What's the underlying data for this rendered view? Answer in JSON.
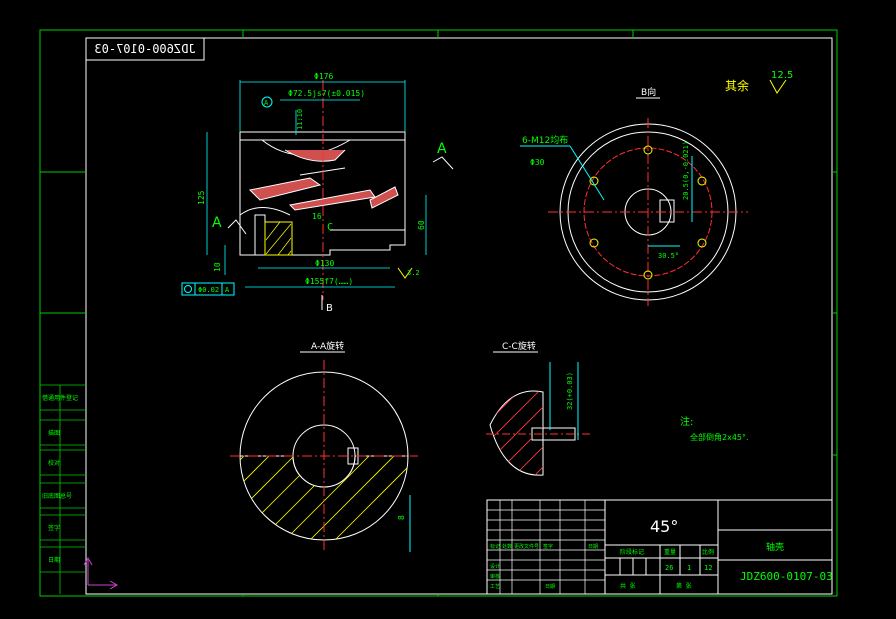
{
  "drawing": {
    "code_mirrored": "JDZ600-0107-03",
    "roughness_note": "其余",
    "roughness_value": "12.5",
    "section_mark": "A",
    "colors": {
      "frame": "#00cc00",
      "line": "#ffffff",
      "dim": "#00ffff",
      "center": "#ff3030",
      "hatch": "#ffff00",
      "text": "#00ff00"
    }
  },
  "front_view": {
    "dim_outer": "Φ176",
    "dim_tol": "Φ72.5js7(±0.015)",
    "ref_a": "A",
    "dim_125": "125",
    "dim_10": "10",
    "dim_130": "Φ130",
    "dim_155": "Φ155f7(……)",
    "dim_60": "60",
    "dim_c": "C",
    "dim_16": "16",
    "dim_1110": "11:10",
    "rough_32": "3.2",
    "tol_value": "Φ0.02",
    "tol_ref": "A",
    "view_arrow": "B"
  },
  "b_view": {
    "title": "B向",
    "holes": "6-M12均布",
    "dim_30": "Φ30",
    "dim_key": "20.5(0,-0.021)",
    "dim_angle": "30.5°"
  },
  "aa_view": {
    "title": "A-A旋转",
    "dim_8": "8"
  },
  "cc_view": {
    "title": "C-C旋转",
    "dim_note": "32(+0.03)"
  },
  "notes": {
    "head": "注:",
    "line1": "全部倒角2x45°."
  },
  "title_block": {
    "angle": "45°",
    "part_name": "轴壳",
    "drawing_no": "JDZ600-0107-03",
    "head_cells": [
      "标记",
      "处数",
      "更改文件号",
      "签字",
      "日期"
    ],
    "rows": [
      "设计",
      "审核",
      "工艺"
    ],
    "stage_label": "阶段标记",
    "weight_label": "重量",
    "scale_label": "比例",
    "weight_value": "26",
    "qty_value": "1",
    "scale_value": "12",
    "sheet_total": "共 张",
    "sheet_no": "第 张",
    "date_cell": "日期"
  },
  "side_table": [
    "借通用件登记",
    "描图",
    "校对",
    "旧底图总号",
    "签字",
    "日期"
  ]
}
